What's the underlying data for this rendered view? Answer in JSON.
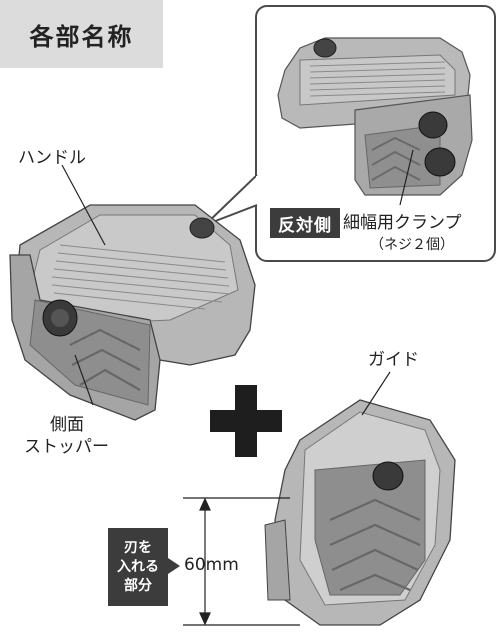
{
  "title": "各部名称",
  "callout": {
    "tag": "反対側",
    "clamp_label": "細幅用クランプ",
    "clamp_sub": "（ネジ２個）"
  },
  "labels": {
    "handle": "ハンドル",
    "side_stopper_1": "側面",
    "side_stopper_2": "ストッパー",
    "guide": "ガイド"
  },
  "blade_tag": [
    "刃を",
    "入れる",
    "部分"
  ],
  "dimension": "60mm",
  "colors": {
    "body": "#b7b7b7",
    "body_dark": "#8e8e8e",
    "body_light": "#d2d2d2",
    "tag_bg": "#3c3c3c",
    "title_bg": "#dcdcdc"
  }
}
